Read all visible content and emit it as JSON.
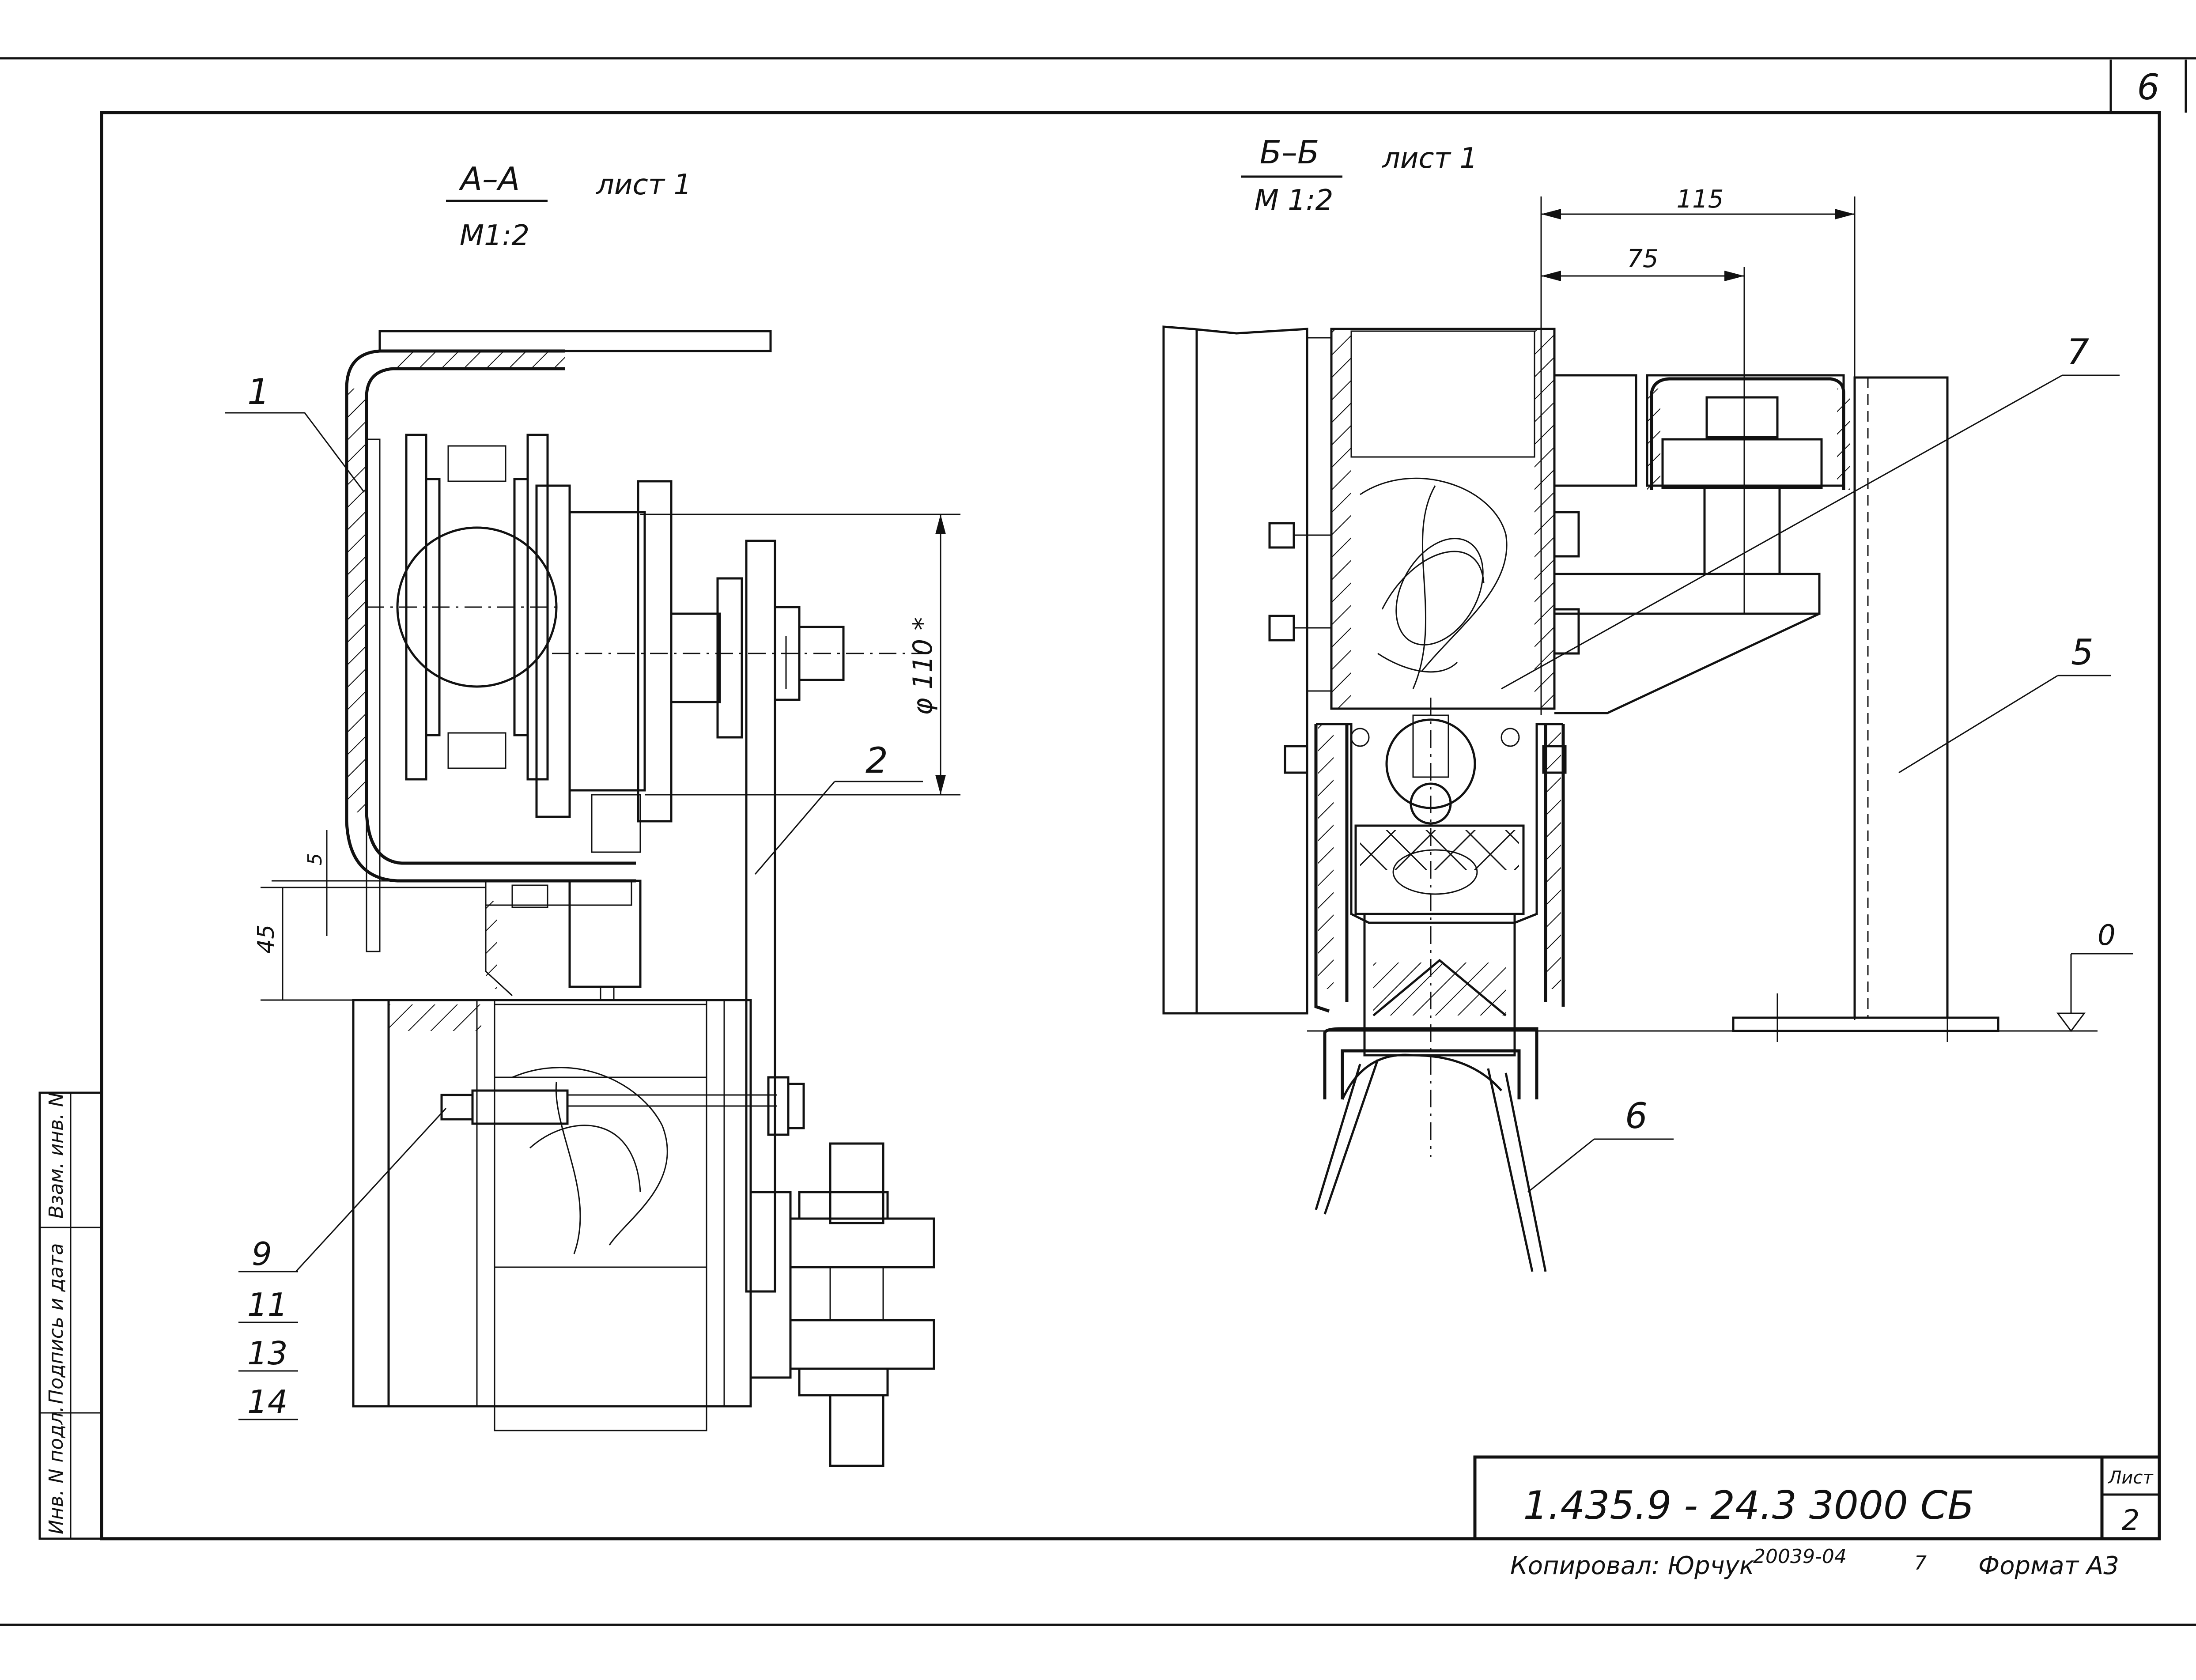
{
  "sheet_number": "6",
  "views": {
    "aa": {
      "title": "А–А",
      "sheet_ref": "лист 1",
      "scale": "М1:2"
    },
    "bb": {
      "title": "Б–Б",
      "sheet_ref": "лист 1",
      "scale": "М 1:2"
    }
  },
  "dimensions": {
    "diameter": "φ 110 *",
    "gap_small": "5",
    "gap_45": "45",
    "width_115": "115",
    "width_75": "75",
    "level_zero": "0"
  },
  "callouts": {
    "c1": "1",
    "c2": "2",
    "c5": "5",
    "c6": "6",
    "c7": "7",
    "c9": "9",
    "c11": "11",
    "c13": "13",
    "c14": "14"
  },
  "side_stamp": {
    "cell1": "Взам. инв. N",
    "cell2": "Подпись и дата",
    "cell3": "Инв. N подл."
  },
  "title_block": {
    "designation": "1.435.9 - 24.3 3000 СБ",
    "list_label": "Лист",
    "list_number": "2"
  },
  "footer": {
    "copied_by": "Копировал: Юрчук",
    "code": "20039-04",
    "num": "7",
    "format": "Формат А3"
  }
}
